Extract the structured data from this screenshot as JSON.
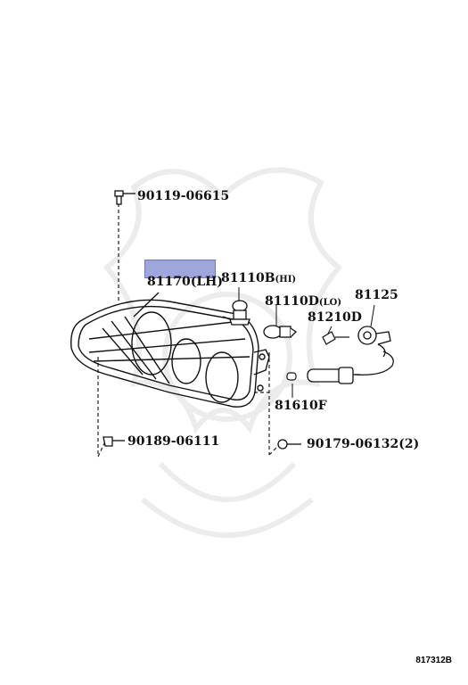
{
  "parts": {
    "bolt_top": "90119-06615",
    "lens_lh": "81170(LH)",
    "bulb_hi": "81110B",
    "bulb_hi_suffix": "(HI)",
    "bulb_lo": "81110D",
    "bulb_lo_suffix": "(LO)",
    "socket": "81125",
    "bulb_small": "81210D",
    "grommet": "81610F",
    "clip_left": "90189-06111",
    "nut_right": "90179-06132(2)"
  },
  "diagram_code": "817312B",
  "highlight_color": "#9fa6dc"
}
